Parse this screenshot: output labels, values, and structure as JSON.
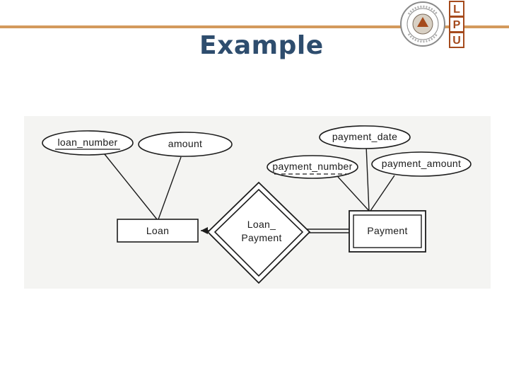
{
  "slide": {
    "title": "Example"
  },
  "logo": {
    "letters": [
      "L",
      "P",
      "U"
    ],
    "seal_text": "LOVELY PROFESSIONAL UNIVERSITY · PUNJAB (INDIA)",
    "colors": {
      "letters_box": "#a54a1c",
      "seal": "#8a8a8a"
    }
  },
  "diagram": {
    "entities": {
      "loan": "Loan",
      "payment": "Payment"
    },
    "relationship": {
      "line1": "Loan_",
      "line2": "Payment"
    },
    "attributes": {
      "loan_number": "loan_number",
      "amount": "amount",
      "payment_date": "payment_date",
      "payment_number": "payment_number",
      "payment_amount": "payment_amount"
    }
  },
  "colors": {
    "title": "#2e4d6e",
    "accent_bar": "#d39a5c",
    "ink": "#1c1c1c"
  }
}
